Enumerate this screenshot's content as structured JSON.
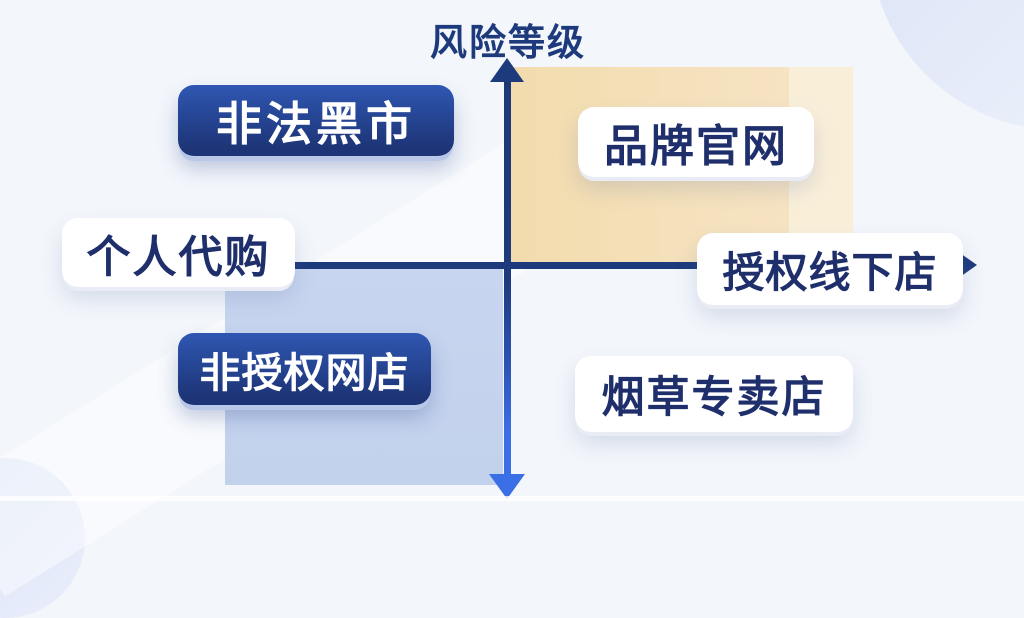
{
  "axis": {
    "y_label": "风险等级"
  },
  "nodes": [
    {
      "id": "illegal-black-market",
      "label": "非法黑市",
      "style": "dark",
      "quadrant": "top-left"
    },
    {
      "id": "brand-official-site",
      "label": "品牌官网",
      "style": "light",
      "quadrant": "top-right"
    },
    {
      "id": "personal-daigou",
      "label": "个人代购",
      "style": "light",
      "quadrant": "middle-left"
    },
    {
      "id": "authorized-offline-store",
      "label": "授权线下店",
      "style": "light",
      "quadrant": "middle-right"
    },
    {
      "id": "unauthorized-online-store",
      "label": "非授权网店",
      "style": "dark",
      "quadrant": "bottom-left"
    },
    {
      "id": "tobacco-specialty-store",
      "label": "烟草专卖店",
      "style": "light",
      "quadrant": "bottom-right"
    }
  ],
  "colors": {
    "bg": "#f3f6fb",
    "navy": "#1d3a7c",
    "arrow-blue": "#3b6fe6",
    "beige": "#f2dcae",
    "beige-light": "#f9efd9",
    "quad-blue": "#c2d1ec",
    "pill-dark-top": "#2f57b2",
    "pill-dark-bottom": "#1d3476",
    "pill-dark-rim": "#b9c8e8",
    "pill-text-dark": "#1e2f6b"
  }
}
